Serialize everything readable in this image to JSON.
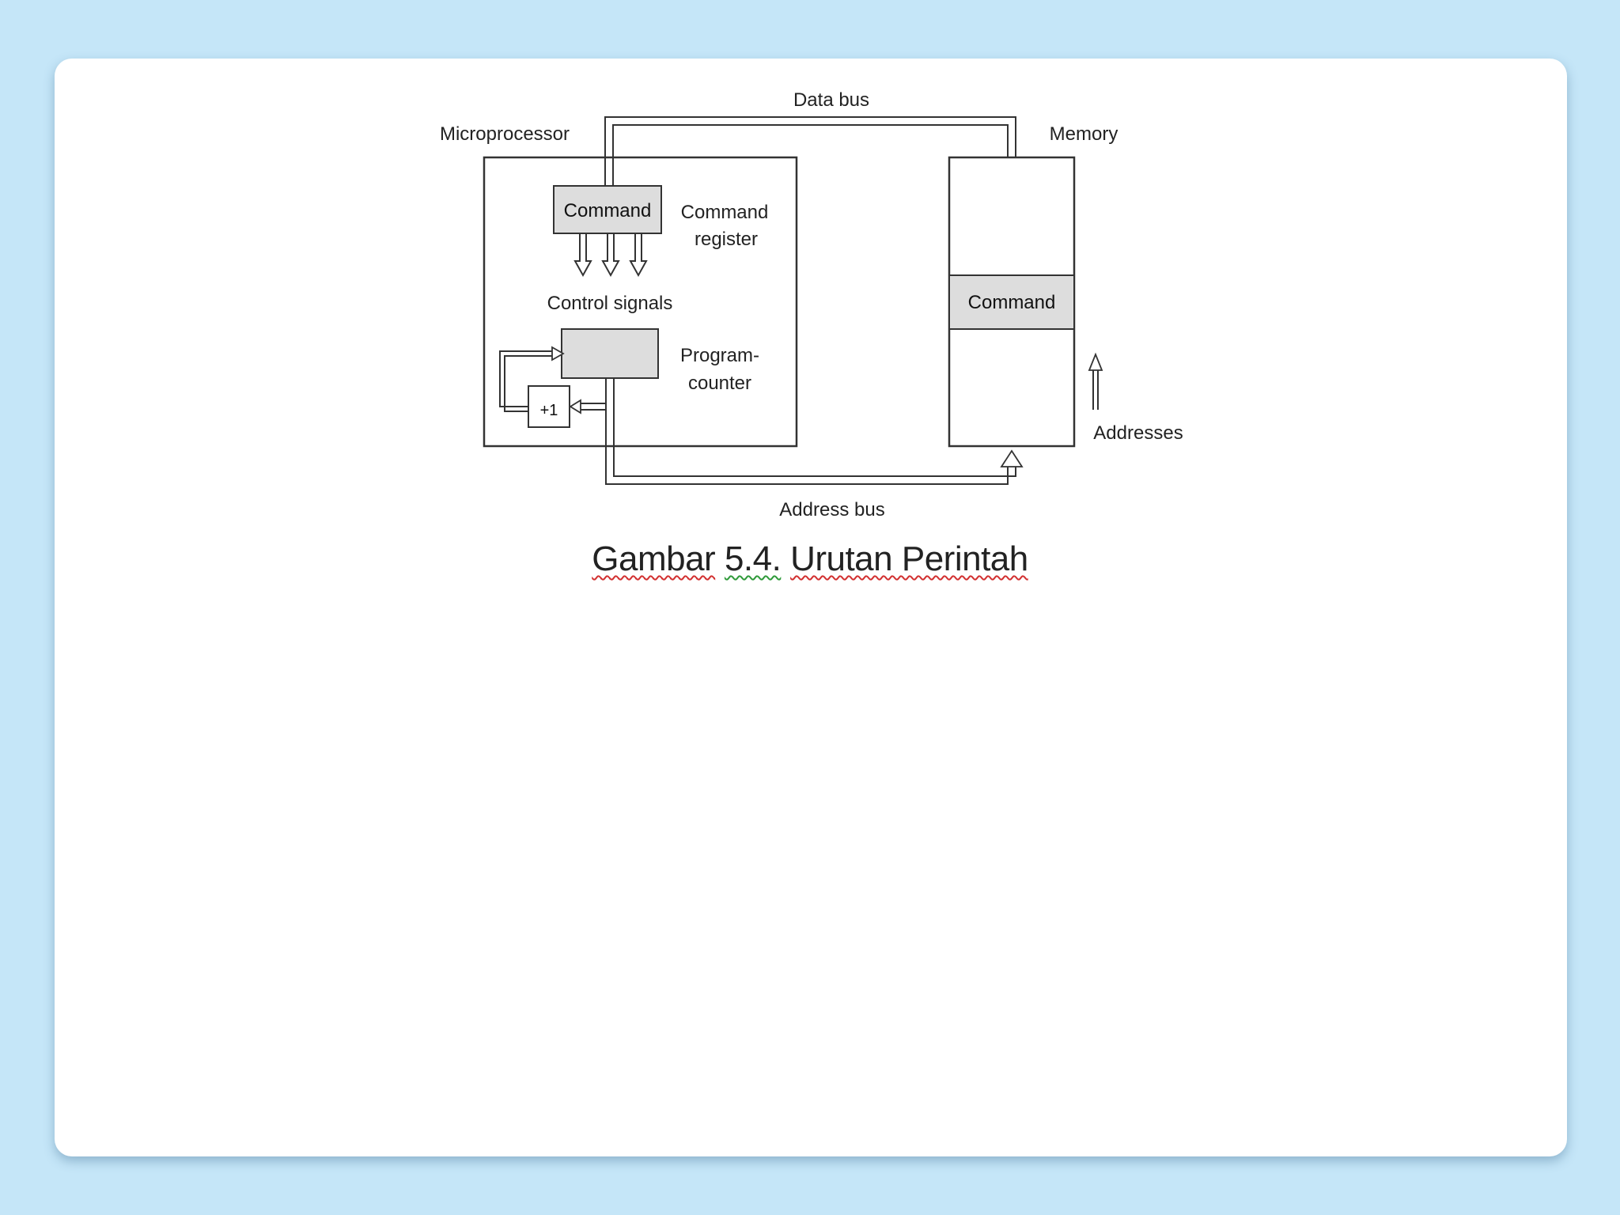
{
  "diagram": {
    "labels": {
      "data_bus": "Data bus",
      "microprocessor": "Microprocessor",
      "memory": "Memory",
      "command_register_box": "Command",
      "command_register_line1": "Command",
      "command_register_line2": "register",
      "control_signals": "Control signals",
      "program_counter_line1": "Program-",
      "program_counter_line2": "counter",
      "increment": "+1",
      "memory_command": "Command",
      "addresses": "Addresses",
      "address_bus": "Address bus"
    }
  },
  "caption": {
    "word1": "Gambar",
    "number": "5.4.",
    "title": "Urutan Perintah"
  },
  "colors": {
    "background": "#c5e6f8",
    "card": "#ffffff",
    "box_fill": "#dddddd",
    "stroke": "#333333"
  }
}
